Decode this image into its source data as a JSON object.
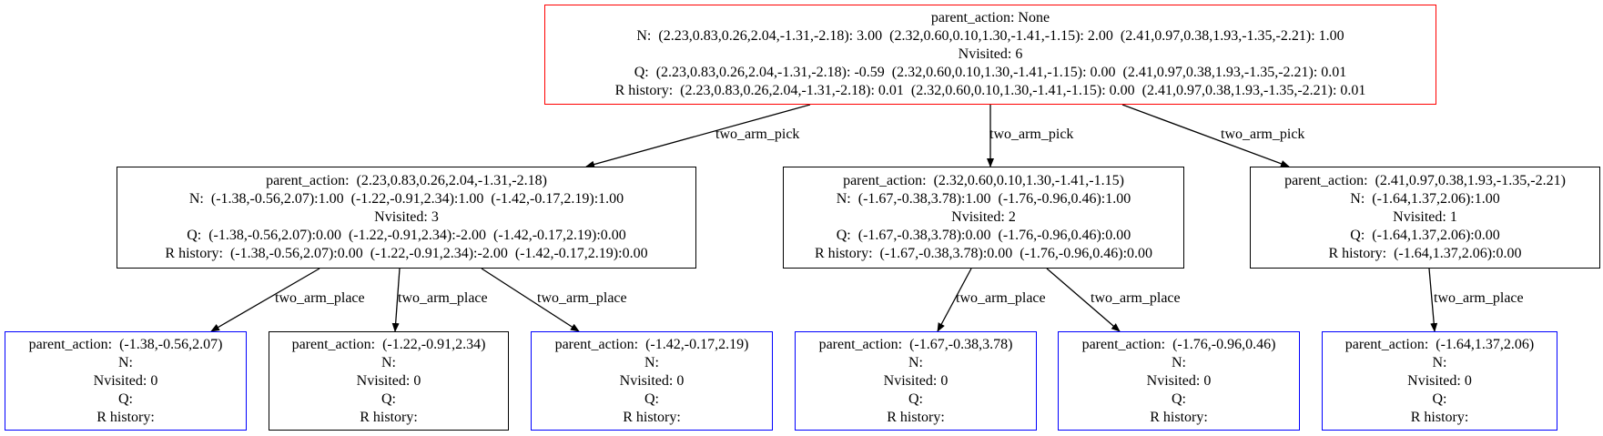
{
  "colors": {
    "root_border": "#ff0000",
    "expanded_border": "#000000",
    "leaf_border": "#0000ff"
  },
  "edge_label": "two_arm_pick",
  "nodes": {
    "root": {
      "lines": [
        "parent_action: None",
        "N:  (2.23,0.83,0.26,2.04,-1.31,-2.18): 3.00  (2.32,0.60,0.10,1.30,-1.41,-1.15): 2.00  (2.41,0.97,0.38,1.93,-1.35,-2.21): 1.00",
        "Nvisited: 6",
        "Q:  (2.23,0.83,0.26,2.04,-1.31,-2.18): -0.59  (2.32,0.60,0.10,1.30,-1.41,-1.15): 0.00  (2.41,0.97,0.38,1.93,-1.35,-2.21): 0.01",
        "R history:  (2.23,0.83,0.26,2.04,-1.31,-2.18): 0.01  (2.32,0.60,0.10,1.30,-1.41,-1.15): 0.00  (2.41,0.97,0.38,1.93,-1.35,-2.21): 0.01"
      ]
    },
    "mid1": {
      "lines": [
        "parent_action:  (2.23,0.83,0.26,2.04,-1.31,-2.18)",
        "N:  (-1.38,-0.56,2.07):1.00  (-1.22,-0.91,2.34):1.00  (-1.42,-0.17,2.19):1.00",
        "Nvisited: 3",
        "Q:  (-1.38,-0.56,2.07):0.00  (-1.22,-0.91,2.34):-2.00  (-1.42,-0.17,2.19):0.00",
        "R history:  (-1.38,-0.56,2.07):0.00  (-1.22,-0.91,2.34):-2.00  (-1.42,-0.17,2.19):0.00"
      ]
    },
    "mid2": {
      "lines": [
        "parent_action:  (2.32,0.60,0.10,1.30,-1.41,-1.15)",
        "N:  (-1.67,-0.38,3.78):1.00  (-1.76,-0.96,0.46):1.00",
        "Nvisited: 2",
        "Q:  (-1.67,-0.38,3.78):0.00  (-1.76,-0.96,0.46):0.00",
        "R history:  (-1.67,-0.38,3.78):0.00  (-1.76,-0.96,0.46):0.00"
      ]
    },
    "mid3": {
      "lines": [
        "parent_action:  (2.41,0.97,0.38,1.93,-1.35,-2.21)",
        "N:  (-1.64,1.37,2.06):1.00",
        "Nvisited: 1",
        "Q:  (-1.64,1.37,2.06):0.00",
        "R history:  (-1.64,1.37,2.06):0.00"
      ]
    },
    "leaf1": {
      "lines": [
        "parent_action:  (-1.38,-0.56,2.07)",
        "N:",
        "Nvisited: 0",
        "Q:",
        "R history:"
      ]
    },
    "leaf2": {
      "lines": [
        "parent_action:  (-1.22,-0.91,2.34)",
        "N:",
        "Nvisited: 0",
        "Q:",
        "R history:"
      ]
    },
    "leaf3": {
      "lines": [
        "parent_action:  (-1.42,-0.17,2.19)",
        "N:",
        "Nvisited: 0",
        "Q:",
        "R history:"
      ]
    },
    "leaf4": {
      "lines": [
        "parent_action:  (-1.67,-0.38,3.78)",
        "N:",
        "Nvisited: 0",
        "Q:",
        "R history:"
      ]
    },
    "leaf5": {
      "lines": [
        "parent_action:  (-1.76,-0.96,0.46)",
        "N:",
        "Nvisited: 0",
        "Q:",
        "R history:"
      ]
    },
    "leaf6": {
      "lines": [
        "parent_action:  (-1.64,1.37,2.06)",
        "N:",
        "Nvisited: 0",
        "Q:",
        "R history:"
      ]
    }
  },
  "edges": [
    {
      "from": "root",
      "to": "mid1",
      "label": "two_arm_pick"
    },
    {
      "from": "root",
      "to": "mid2",
      "label": "two_arm_pick"
    },
    {
      "from": "root",
      "to": "mid3",
      "label": "two_arm_pick"
    },
    {
      "from": "mid1",
      "to": "leaf1",
      "label": "two_arm_place"
    },
    {
      "from": "mid1",
      "to": "leaf2",
      "label": "two_arm_place"
    },
    {
      "from": "mid1",
      "to": "leaf3",
      "label": "two_arm_place"
    },
    {
      "from": "mid2",
      "to": "leaf4",
      "label": "two_arm_place"
    },
    {
      "from": "mid2",
      "to": "leaf5",
      "label": "two_arm_place"
    },
    {
      "from": "mid3",
      "to": "leaf6",
      "label": "two_arm_place"
    }
  ]
}
